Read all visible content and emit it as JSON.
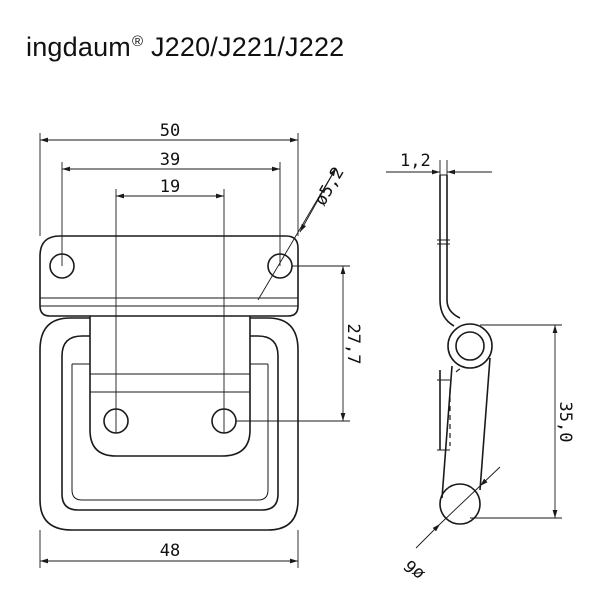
{
  "title": {
    "brand": "ingdaum",
    "mark": "®",
    "models": "J220/J221/J222"
  },
  "dimensions": {
    "overall_width": "50",
    "hole_spacing_outer": "39",
    "hole_spacing_inner": "19",
    "hole_diameter": "ø5,2",
    "vertical_offset": "27,7",
    "thickness": "1,2",
    "handle_height": "35,0",
    "handle_width": "48",
    "rod_diameter": "ø6"
  }
}
